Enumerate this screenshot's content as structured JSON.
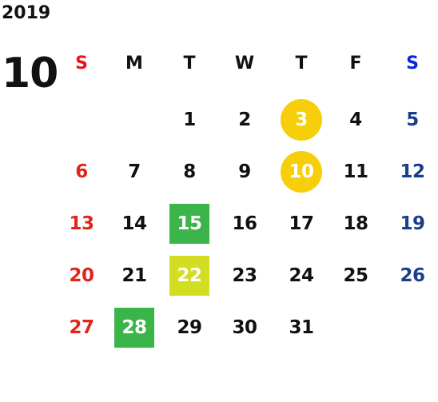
{
  "year": "2019",
  "month": "10",
  "weekdays": [
    {
      "label": "S",
      "color": "#e8141c"
    },
    {
      "label": "M",
      "color": "#111111"
    },
    {
      "label": "T",
      "color": "#111111"
    },
    {
      "label": "W",
      "color": "#111111"
    },
    {
      "label": "T",
      "color": "#111111"
    },
    {
      "label": "F",
      "color": "#111111"
    },
    {
      "label": "S",
      "color": "#0b26e0"
    }
  ],
  "colors": {
    "sunday": "#e1251b",
    "saturday": "#1a3e8c",
    "weekday": "#111111",
    "holiday_circle": "#f6cf0a",
    "green_square": "#3bb54a",
    "lime_square": "#d3dd22"
  },
  "days": [
    {
      "day": "1",
      "col": 2,
      "row": 0
    },
    {
      "day": "2",
      "col": 3,
      "row": 0
    },
    {
      "day": "3",
      "col": 4,
      "row": 0,
      "mark": "circle",
      "mark_color": "#f6cf0a"
    },
    {
      "day": "4",
      "col": 5,
      "row": 0
    },
    {
      "day": "5",
      "col": 6,
      "row": 0
    },
    {
      "day": "6",
      "col": 0,
      "row": 1
    },
    {
      "day": "7",
      "col": 1,
      "row": 1
    },
    {
      "day": "8",
      "col": 2,
      "row": 1
    },
    {
      "day": "9",
      "col": 3,
      "row": 1
    },
    {
      "day": "10",
      "col": 4,
      "row": 1,
      "mark": "circle",
      "mark_color": "#f6cf0a"
    },
    {
      "day": "11",
      "col": 5,
      "row": 1
    },
    {
      "day": "12",
      "col": 6,
      "row": 1
    },
    {
      "day": "13",
      "col": 0,
      "row": 2
    },
    {
      "day": "14",
      "col": 1,
      "row": 2
    },
    {
      "day": "15",
      "col": 2,
      "row": 2,
      "mark": "square",
      "mark_color": "#3bb54a"
    },
    {
      "day": "16",
      "col": 3,
      "row": 2
    },
    {
      "day": "17",
      "col": 4,
      "row": 2
    },
    {
      "day": "18",
      "col": 5,
      "row": 2
    },
    {
      "day": "19",
      "col": 6,
      "row": 2
    },
    {
      "day": "20",
      "col": 0,
      "row": 3
    },
    {
      "day": "21",
      "col": 1,
      "row": 3
    },
    {
      "day": "22",
      "col": 2,
      "row": 3,
      "mark": "square",
      "mark_color": "#d3dd22"
    },
    {
      "day": "23",
      "col": 3,
      "row": 3
    },
    {
      "day": "24",
      "col": 4,
      "row": 3
    },
    {
      "day": "25",
      "col": 5,
      "row": 3
    },
    {
      "day": "26",
      "col": 6,
      "row": 3
    },
    {
      "day": "27",
      "col": 0,
      "row": 4
    },
    {
      "day": "28",
      "col": 1,
      "row": 4,
      "mark": "square",
      "mark_color": "#3bb54a"
    },
    {
      "day": "29",
      "col": 2,
      "row": 4
    },
    {
      "day": "30",
      "col": 3,
      "row": 4
    },
    {
      "day": "31",
      "col": 4,
      "row": 4
    }
  ]
}
